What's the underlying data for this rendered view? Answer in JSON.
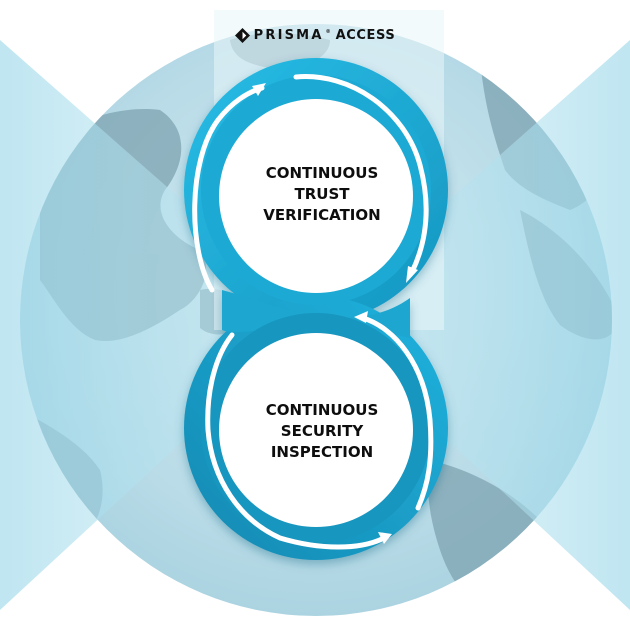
{
  "brand": {
    "name": "PRISMA",
    "registered_mark": "®",
    "product": "ACCESS",
    "logo_icon": "prisma-diamond-icon"
  },
  "diagram": {
    "top_node": {
      "lines": [
        "CONTINUOUS",
        "TRUST",
        "VERIFICATION"
      ]
    },
    "bottom_node": {
      "lines": [
        "CONTINUOUS",
        "SECURITY",
        "INSPECTION"
      ]
    },
    "flow": "infinite-loop",
    "background": "globe"
  },
  "colors": {
    "ring_dark": "#1a9dc4",
    "ring_light": "#22b6e0",
    "globe_ocean": "#c8e4ee",
    "globe_land": "#7fa3b0",
    "node_fill": "#ffffff",
    "text": "#0d0d0d",
    "arrow": "#ffffff"
  }
}
